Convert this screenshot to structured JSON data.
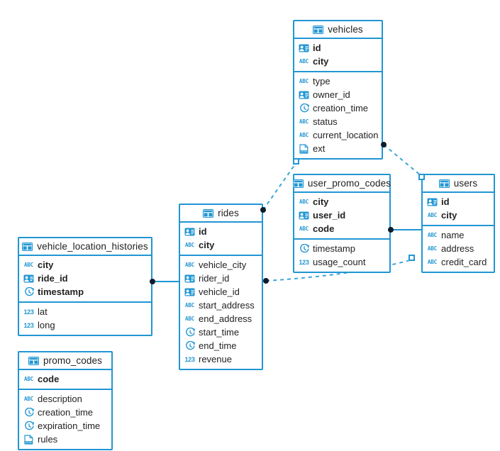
{
  "diagram": {
    "kind": "entity-relationship-diagram",
    "accent_color": "#2196d3",
    "text_color": "#222222",
    "marker_color": "#0d1b2a",
    "background": "#ffffff"
  },
  "icon_labels": {
    "table": "table-grid-icon",
    "uuid": "id-card-icon",
    "string": "ABC",
    "timestamp": "clock-icon",
    "number": "123",
    "json": "JSON"
  },
  "tables": [
    {
      "id": "vehicles",
      "name": "vehicles",
      "primary_key": [
        {
          "name": "id",
          "type": "uuid"
        },
        {
          "name": "city",
          "type": "string"
        }
      ],
      "columns": [
        {
          "name": "type",
          "type": "string"
        },
        {
          "name": "owner_id",
          "type": "uuid"
        },
        {
          "name": "creation_time",
          "type": "timestamp"
        },
        {
          "name": "status",
          "type": "string"
        },
        {
          "name": "current_location",
          "type": "string"
        },
        {
          "name": "ext",
          "type": "json"
        }
      ]
    },
    {
      "id": "user_promo_codes",
      "name": "user_promo_codes",
      "primary_key": [
        {
          "name": "city",
          "type": "string"
        },
        {
          "name": "user_id",
          "type": "uuid"
        },
        {
          "name": "code",
          "type": "string"
        }
      ],
      "columns": [
        {
          "name": "timestamp",
          "type": "timestamp"
        },
        {
          "name": "usage_count",
          "type": "number"
        }
      ]
    },
    {
      "id": "users",
      "name": "users",
      "primary_key": [
        {
          "name": "id",
          "type": "uuid"
        },
        {
          "name": "city",
          "type": "string"
        }
      ],
      "columns": [
        {
          "name": "name",
          "type": "string"
        },
        {
          "name": "address",
          "type": "string"
        },
        {
          "name": "credit_card",
          "type": "string"
        }
      ]
    },
    {
      "id": "rides",
      "name": "rides",
      "primary_key": [
        {
          "name": "id",
          "type": "uuid"
        },
        {
          "name": "city",
          "type": "string"
        }
      ],
      "columns": [
        {
          "name": "vehicle_city",
          "type": "string"
        },
        {
          "name": "rider_id",
          "type": "uuid"
        },
        {
          "name": "vehicle_id",
          "type": "uuid"
        },
        {
          "name": "start_address",
          "type": "string"
        },
        {
          "name": "end_address",
          "type": "string"
        },
        {
          "name": "start_time",
          "type": "timestamp"
        },
        {
          "name": "end_time",
          "type": "timestamp"
        },
        {
          "name": "revenue",
          "type": "number"
        }
      ]
    },
    {
      "id": "vehicle_location_histories",
      "name": "vehicle_location_histories",
      "primary_key": [
        {
          "name": "city",
          "type": "string"
        },
        {
          "name": "ride_id",
          "type": "uuid"
        },
        {
          "name": "timestamp",
          "type": "timestamp"
        }
      ],
      "columns": [
        {
          "name": "lat",
          "type": "number"
        },
        {
          "name": "long",
          "type": "number"
        }
      ]
    },
    {
      "id": "promo_codes",
      "name": "promo_codes",
      "primary_key": [
        {
          "name": "code",
          "type": "string"
        }
      ],
      "columns": [
        {
          "name": "description",
          "type": "string"
        },
        {
          "name": "creation_time",
          "type": "timestamp"
        },
        {
          "name": "expiration_time",
          "type": "timestamp"
        },
        {
          "name": "rules",
          "type": "json"
        }
      ]
    }
  ],
  "relationships": [
    {
      "id": "rides-to-vehicles",
      "from": "rides",
      "to": "vehicles",
      "style": "dashed"
    },
    {
      "id": "vehicles-to-users",
      "from": "vehicles",
      "to": "users",
      "style": "dashed"
    },
    {
      "id": "rides-to-users",
      "from": "rides",
      "to": "users",
      "style": "dashed"
    },
    {
      "id": "users-to-user-promo-codes",
      "from": "users",
      "to": "user_promo_codes",
      "style": "solid"
    },
    {
      "id": "vlh-to-rides",
      "from": "vehicle_location_histories",
      "to": "rides",
      "style": "solid"
    }
  ]
}
